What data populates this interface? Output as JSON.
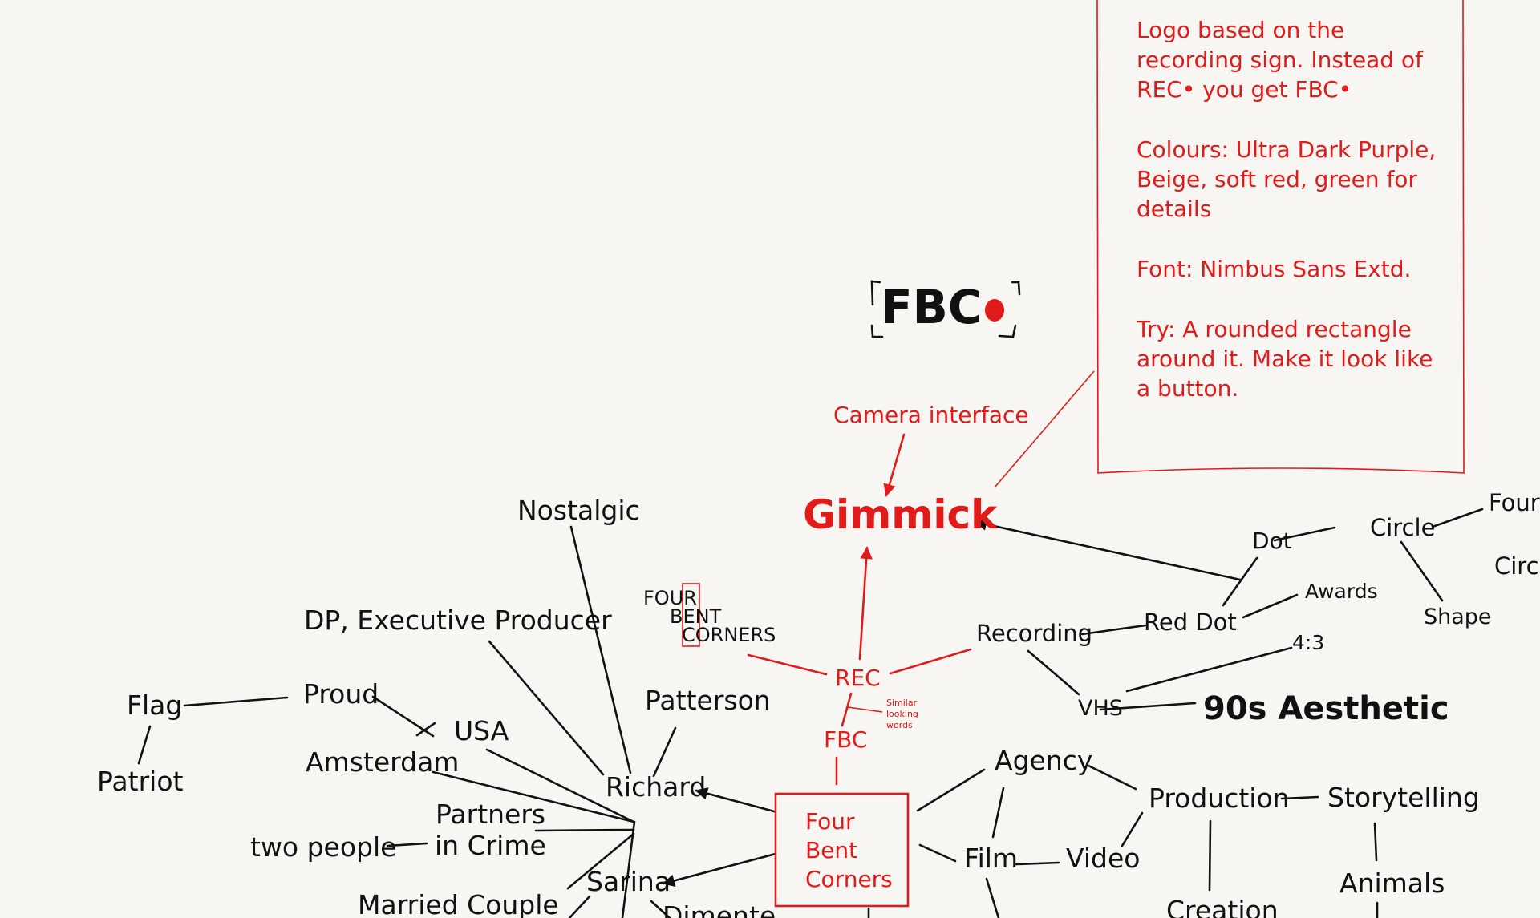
{
  "colors": {
    "background": "#f7f6f3",
    "ink": "#111111",
    "accent": "#e11a1a"
  },
  "note": {
    "lines": [
      "Logo based on the",
      "recording sign. Instead of",
      "REC• you get FBC•",
      "",
      "Colours: Ultra Dark Purple,",
      "Beige, soft red, green for",
      "details",
      "",
      "Font: Nimbus Sans Extd.",
      "",
      "Try: A rounded rectangle",
      "around it. Make it look like",
      "a button."
    ]
  },
  "logo": {
    "text": "FBC"
  },
  "nodes": {
    "camera_interface": "Camera interface",
    "gimmick": "Gimmick",
    "rec": "REC",
    "fbc": "FBC",
    "similar_looking_words": [
      "Similar",
      "looking",
      "words"
    ],
    "four_bent_corners_box": [
      "Four",
      "Bent",
      "Corners"
    ],
    "four_bent_corners_stack": [
      "FOUR",
      "BENT",
      "CORNERS"
    ],
    "nostalgic": "Nostalgic",
    "dp_executive_producer": "DP, Executive Producer",
    "patterson": "Patterson",
    "richard": "Richard",
    "sarina": "Sarina",
    "dimente": "Dimente",
    "flag": "Flag",
    "patriot": "Patriot",
    "proud": "Proud",
    "usa": "USA",
    "amsterdam": "Amsterdam",
    "partners_in_crime": [
      "Partners",
      "in Crime"
    ],
    "two_people": "two people",
    "married_couple": "Married Couple",
    "recording": "Recording",
    "red_dot": "Red Dot",
    "dot": "Dot",
    "circle": "Circle",
    "circle_cut": "Circl",
    "four_cut": "Four",
    "awards": "Awards",
    "shape": "Shape",
    "ratio_4_3": "4:3",
    "vhs": "VHS",
    "aesthetic_90s": "90s Aesthetic",
    "agency": "Agency",
    "production": "Production",
    "storytelling": "Storytelling",
    "film": "Film",
    "video": "Video",
    "creation": "Creation",
    "animals": "Animals"
  }
}
